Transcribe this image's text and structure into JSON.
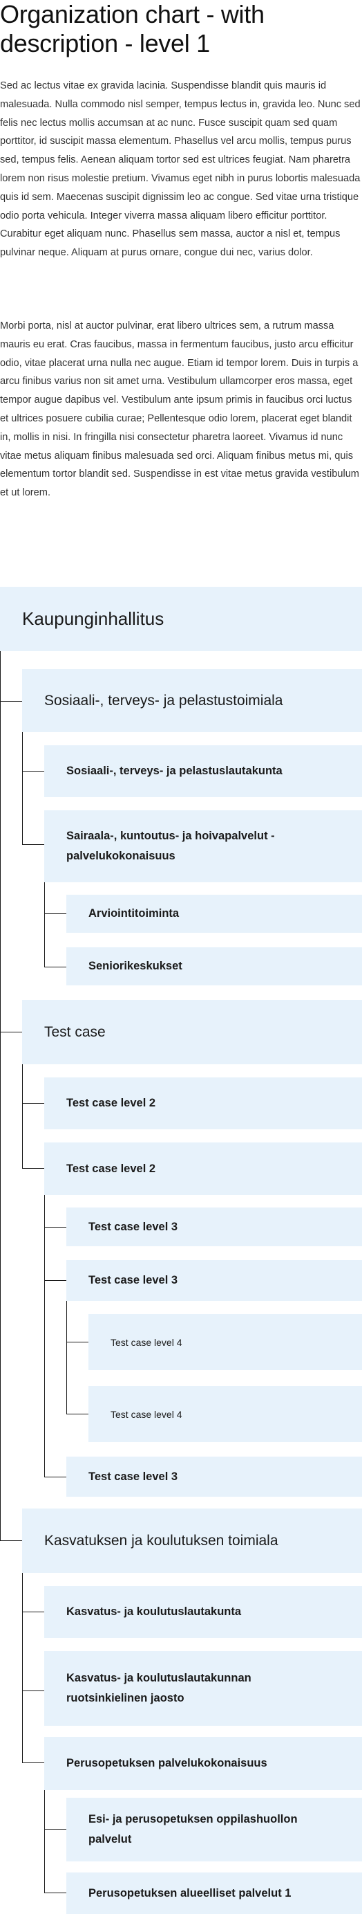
{
  "page": {
    "title": "Organization chart - with description - level 1",
    "paragraphs": [
      "Sed ac lectus vitae ex gravida lacinia. Suspendisse blandit quis mauris id malesuada. Nulla commodo nisl semper, tempus lectus in, gravida leo. Nunc sed felis nec lectus mollis accumsan at ac nunc. Fusce suscipit quam sed quam porttitor, id suscipit massa elementum. Phasellus vel arcu mollis, tempus purus sed, tempus felis. Aenean aliquam tortor sed est ultrices feugiat. Nam pharetra lorem non risus molestie pretium. Vivamus eget nibh in purus lobortis malesuada quis id sem. Maecenas suscipit dignissim leo ac congue. Sed vitae urna tristique odio porta vehicula. Integer viverra massa aliquam libero efficitur porttitor. Curabitur eget aliquam nunc. Phasellus sem massa, auctor a nisl et, tempus pulvinar neque. Aliquam at purus ornare, congue dui nec, varius dolor.",
      "Morbi porta, nisl at auctor pulvinar, erat libero ultrices sem, a rutrum massa mauris eu erat. Cras faucibus, massa in fermentum faucibus, justo arcu efficitur odio, vitae placerat urna nulla nec augue. Etiam id tempor lorem. Duis in turpis a arcu finibus varius non sit amet urna. Vestibulum ullamcorper eros massa, eget tempor augue dapibus vel. Vestibulum ante ipsum primis in faucibus orci luctus et ultrices posuere cubilia curae; Pellentesque odio lorem, placerat eget blandit in, mollis in nisi. In fringilla nisi consectetur pharetra laoreet. Vivamus id nunc vitae metus aliquam finibus malesuada sed orci. Aliquam finibus metus mi, quis elementum tortor blandit sed. Suspendisse in est vitae metus gravida vestibulum et ut lorem."
    ]
  },
  "org_chart": {
    "root": "Kaupunginhallitus",
    "units": [
      {
        "name": "Sosiaali-, terveys- ja pelastustoimiala",
        "children": [
          {
            "name": "Sosiaali-, terveys- ja pelastuslautakunta"
          },
          {
            "name": "Sairaala-, kuntoutus- ja hoivapalvelut -palvelukokonaisuus",
            "children": [
              {
                "name": "Arviointitoiminta"
              },
              {
                "name": "Seniorikeskukset"
              }
            ]
          }
        ]
      },
      {
        "name": "Test case",
        "children": [
          {
            "name": "Test case level 2"
          },
          {
            "name": "Test case level 2",
            "children": [
              {
                "name": "Test case level 3"
              },
              {
                "name": "Test case level 3",
                "children": [
                  {
                    "name": "Test case level 4"
                  },
                  {
                    "name": "Test case level 4"
                  }
                ]
              },
              {
                "name": "Test case level 3"
              }
            ]
          }
        ]
      },
      {
        "name": "Kasvatuksen ja koulutuksen toimiala",
        "children": [
          {
            "name": "Kasvatus- ja koulutuslautakunta"
          },
          {
            "name": "Kasvatus- ja koulutuslautakunnan ruotsinkielinen jaosto"
          },
          {
            "name": "Perusopetuksen palvelukokonaisuus",
            "children": [
              {
                "name": "Esi- ja perusopetuksen oppilashuollon palvelut"
              },
              {
                "name": "Perusopetuksen alueelliset palvelut 1"
              }
            ]
          }
        ]
      }
    ]
  }
}
